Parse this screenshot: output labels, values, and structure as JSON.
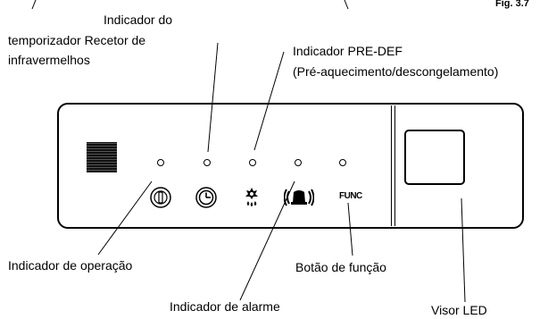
{
  "figure_label": "Fig. 3.7",
  "labels": {
    "timer_indicator_line1": "Indicador do",
    "timer_indicator_line2": "temporizador Recetor de",
    "infrared_receiver": "infravermelhos",
    "predef_indicator_line1": "Indicador PRE-DEF",
    "predef_indicator_line2": "(Pré-aquecimento/descongelamento)",
    "operation_indicator": "Indicador de operação",
    "function_button": "Botão de função",
    "alarm_indicator": "Indicador de alarme",
    "led_display": "Visor LED"
  },
  "panel": {
    "func_button_text": "FUNC"
  },
  "icons": [
    "power-icon",
    "clock-icon",
    "defrost-icon",
    "alarm-icon"
  ]
}
